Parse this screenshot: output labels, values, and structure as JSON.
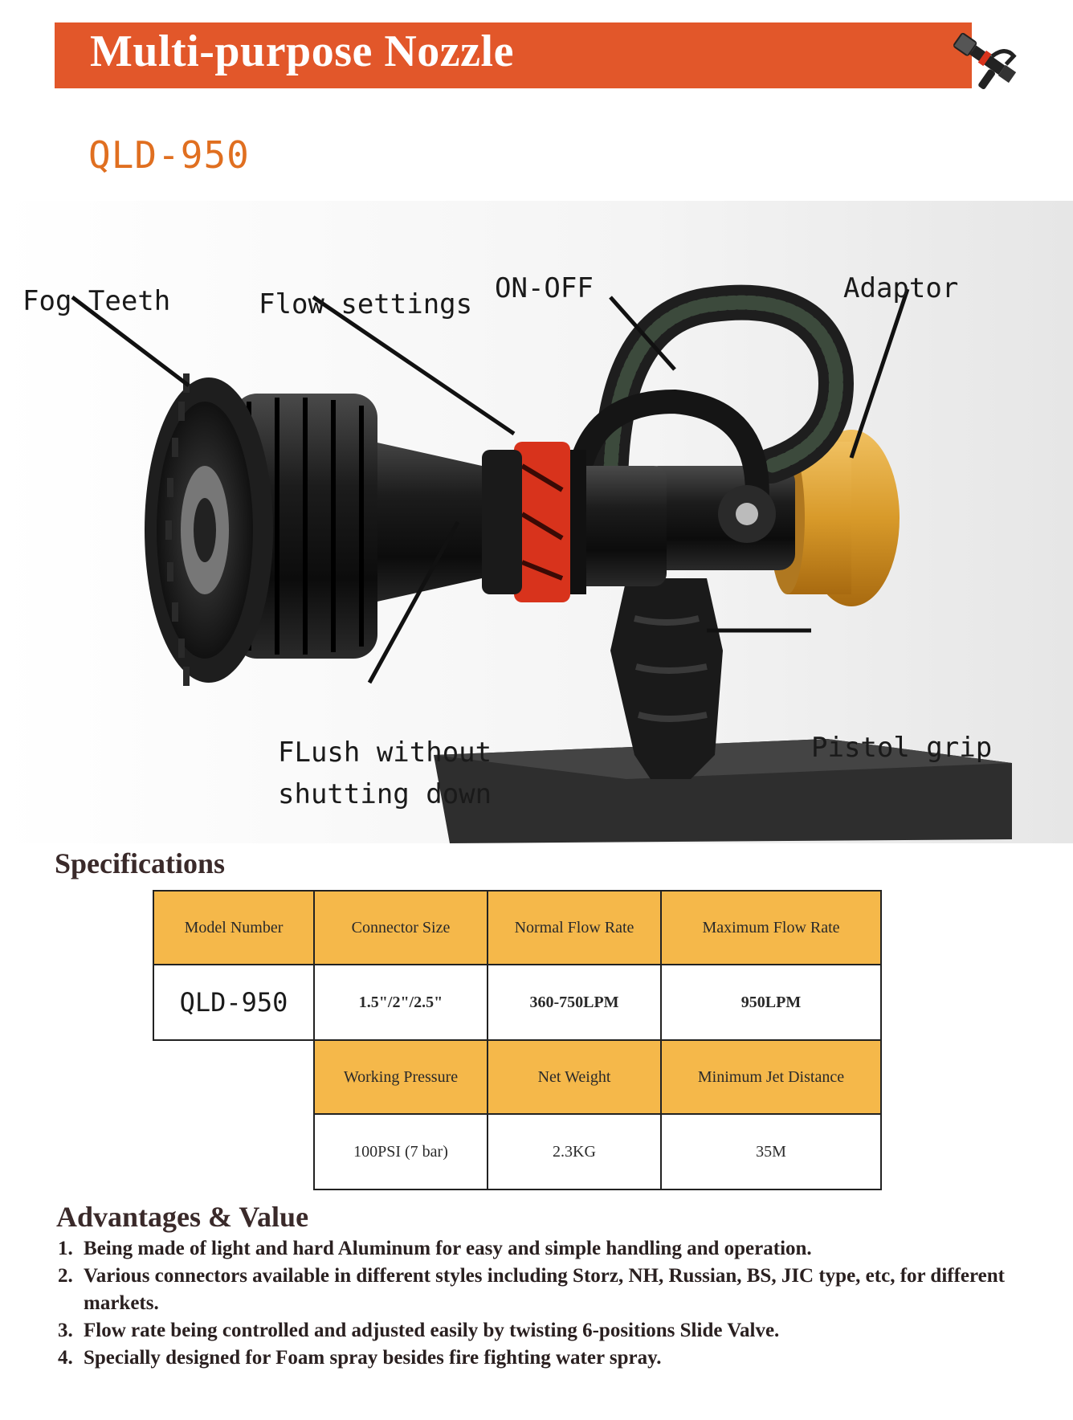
{
  "header": {
    "title": "Multi-purpose Nozzle"
  },
  "model_code": "QLD-950",
  "callouts": {
    "fog_teeth": "Fog Teeth",
    "flow_settings": "Flow settings",
    "on_off": "ON-OFF",
    "adaptor": "Adaptor",
    "flush_line1": "FLush without",
    "flush_line2": "shutting down",
    "pistol_grip": "Pistol grip"
  },
  "specifications": {
    "title": "Specifications",
    "row1_headers": [
      "Model Number",
      "Connector Size",
      "Normal Flow Rate",
      "Maximum Flow Rate"
    ],
    "row1_values": [
      "QLD-950",
      "1.5\"/2\"/2.5\"",
      "360-750LPM",
      "950LPM"
    ],
    "row2_headers": [
      "Working Pressure",
      "Net Weight",
      "Minimum Jet Distance"
    ],
    "row2_values": [
      "100PSI (7 bar)",
      "2.3KG",
      "35M"
    ]
  },
  "advantages": {
    "title": "Advantages & Value",
    "items": [
      {
        "num": "1.",
        "text": "Being made of light and hard Aluminum for easy and simple handling and operation."
      },
      {
        "num": "2.",
        "text": "Various connectors available in different styles including Storz, NH, Russian, BS, JIC type, etc, for different markets."
      },
      {
        "num": "3.",
        "text": "Flow rate being controlled and adjusted easily by twisting 6-positions Slide Valve."
      },
      {
        "num": "4.",
        "text": "Specially designed for Foam spray besides fire fighting water spray."
      }
    ]
  },
  "colors": {
    "banner": "#e2572a",
    "model_code": "#e06f20",
    "table_header": "#f5b84a",
    "nozzle_red": "#d8331c",
    "adaptor_gold": "#d89a2a"
  }
}
